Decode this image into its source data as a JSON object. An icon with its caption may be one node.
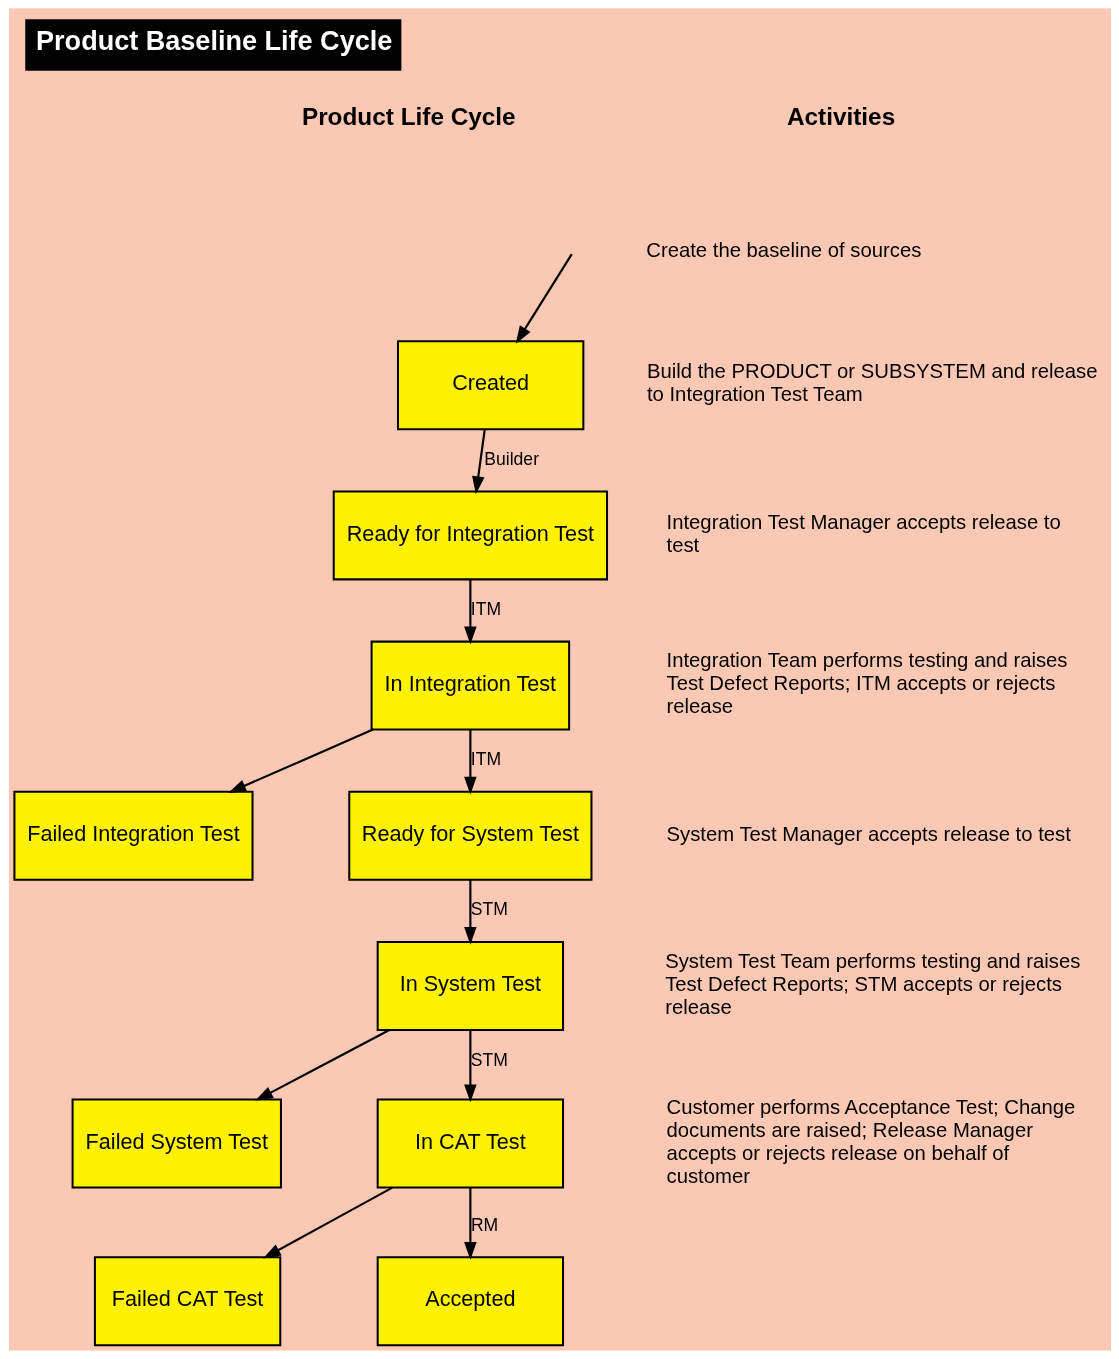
{
  "diagram": {
    "title": "Product Baseline Life Cycle",
    "nodes": [
      {
        "text": [
          "Created"
        ]
      },
      {
        "text": [
          "Ready for Integration Test"
        ]
      },
      {
        "text": [
          "In Integration Test"
        ]
      },
      {
        "text": [
          "Failed Integration Test"
        ]
      },
      {
        "text": [
          "Ready for System Test"
        ]
      },
      {
        "text": [
          "In System Test"
        ]
      },
      {
        "text": [
          "Failed System Test"
        ]
      },
      {
        "text": [
          "In CAT Test"
        ]
      },
      {
        "text": [
          "Failed CAT Test"
        ]
      },
      {
        "text": [
          "Accepted"
        ]
      }
    ],
    "edges": [
      {
        "from": null,
        "to": 0,
        "arrow": "to"
      },
      {
        "from": 0,
        "to": 1,
        "arrow": "to",
        "label": "Builder"
      },
      {
        "from": 1,
        "to": 2,
        "arrow": "to",
        "label": "ITM"
      },
      {
        "from": 2,
        "to": 3,
        "arrow": "to"
      },
      {
        "from": 2,
        "to": 4,
        "arrow": "to",
        "label": "ITM"
      },
      {
        "from": 4,
        "to": 5,
        "arrow": "to",
        "label": "STM"
      },
      {
        "from": 5,
        "to": 6,
        "arrow": "to"
      },
      {
        "from": 5,
        "to": 7,
        "arrow": "to",
        "label": "STM"
      },
      {
        "from": 7,
        "to": 8,
        "arrow": "to"
      },
      {
        "from": 7,
        "to": 9,
        "arrow": "to",
        "label": "RM"
      }
    ],
    "labels": [
      "Product Life Cycle",
      "Activities",
      "Create the baseline of sources",
      "Build the PRODUCT or SUBSYSTEM and release to Integration Test Team",
      "Integration Test Manager accepts release to test",
      "Integration Team performs testing and raises Test Defect Reports; ITM accepts or rejects release",
      "System Test Manager accepts release to test",
      "System Test Team performs testing and raises Test Defect Reports; STM accepts or rejects release",
      "Customer performs Acceptance Test; Change documents are raised; Release Manager accepts or rejects release on behalf of customer"
    ]
  }
}
